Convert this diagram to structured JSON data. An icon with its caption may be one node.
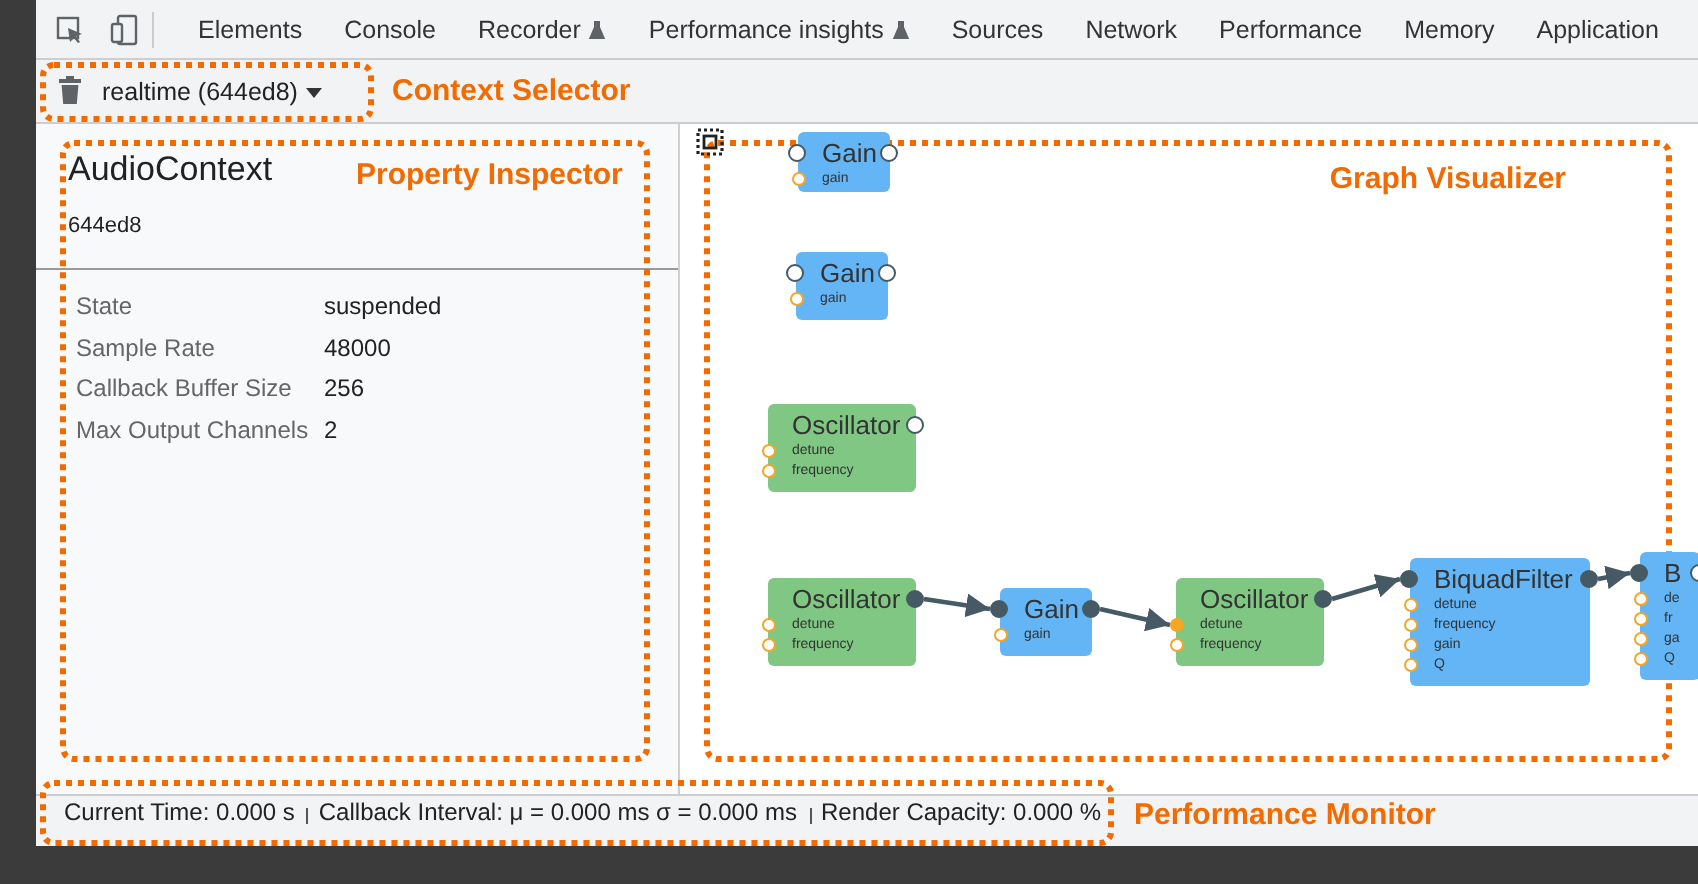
{
  "diagram": {
    "nodes": [
      {
        "text": [
          "realtime (644ed8)",
          "Context Selector"
        ]
      },
      {
        "text": [
          "AudioContext",
          "Property Inspector",
          "644ed8",
          "State",
          "suspended",
          "Sample Rate",
          "48000",
          "Callback Buffer Size",
          "256",
          "Max Output Channels",
          "2"
        ]
      },
      {
        "text": [
          "Graph Visualizer"
        ]
      },
      {
        "text": [
          "Gain",
          "gain"
        ],
        "in": 2
      },
      {
        "text": [
          "Gain",
          "gain"
        ],
        "in": 2
      },
      {
        "text": [
          "Oscillator",
          "detune",
          "frequency"
        ],
        "in": 2
      },
      {
        "text": [
          "Oscillator",
          "detune",
          "frequency"
        ],
        "in": 2
      },
      {
        "text": [
          "Gain",
          "gain"
        ],
        "in": 2
      },
      {
        "text": [
          "Oscillator",
          "detune",
          "frequency"
        ],
        "in": 2
      },
      {
        "text": [
          "BiquadFilter",
          "detune",
          "frequency",
          "gain",
          "Q"
        ],
        "in": 2
      },
      {
        "text": [
          "B",
          "de",
          "fr",
          "ga",
          "Q"
        ]
      },
      {
        "text": [
          "Current Time: 0.000 s",
          "Callback Interval: μ = 0.000 ms σ = 0.000 ms",
          "Render Capacity: 0.000 %",
          "Performance Monitor"
        ]
      }
    ],
    "edges": [
      {
        "from": 6,
        "to": 7,
        "arrow": "to"
      },
      {
        "from": 7,
        "to": 8,
        "arrow": "to"
      },
      {
        "from": 8,
        "to": 9,
        "arrow": "to"
      },
      {
        "from": 9,
        "to": 10,
        "arrow": "to"
      }
    ],
    "labels": [
      "Elements",
      "Console",
      "Recorder",
      "Performance insights",
      "Sources",
      "Network",
      "Performance",
      "Memory",
      "Application"
    ]
  }
}
